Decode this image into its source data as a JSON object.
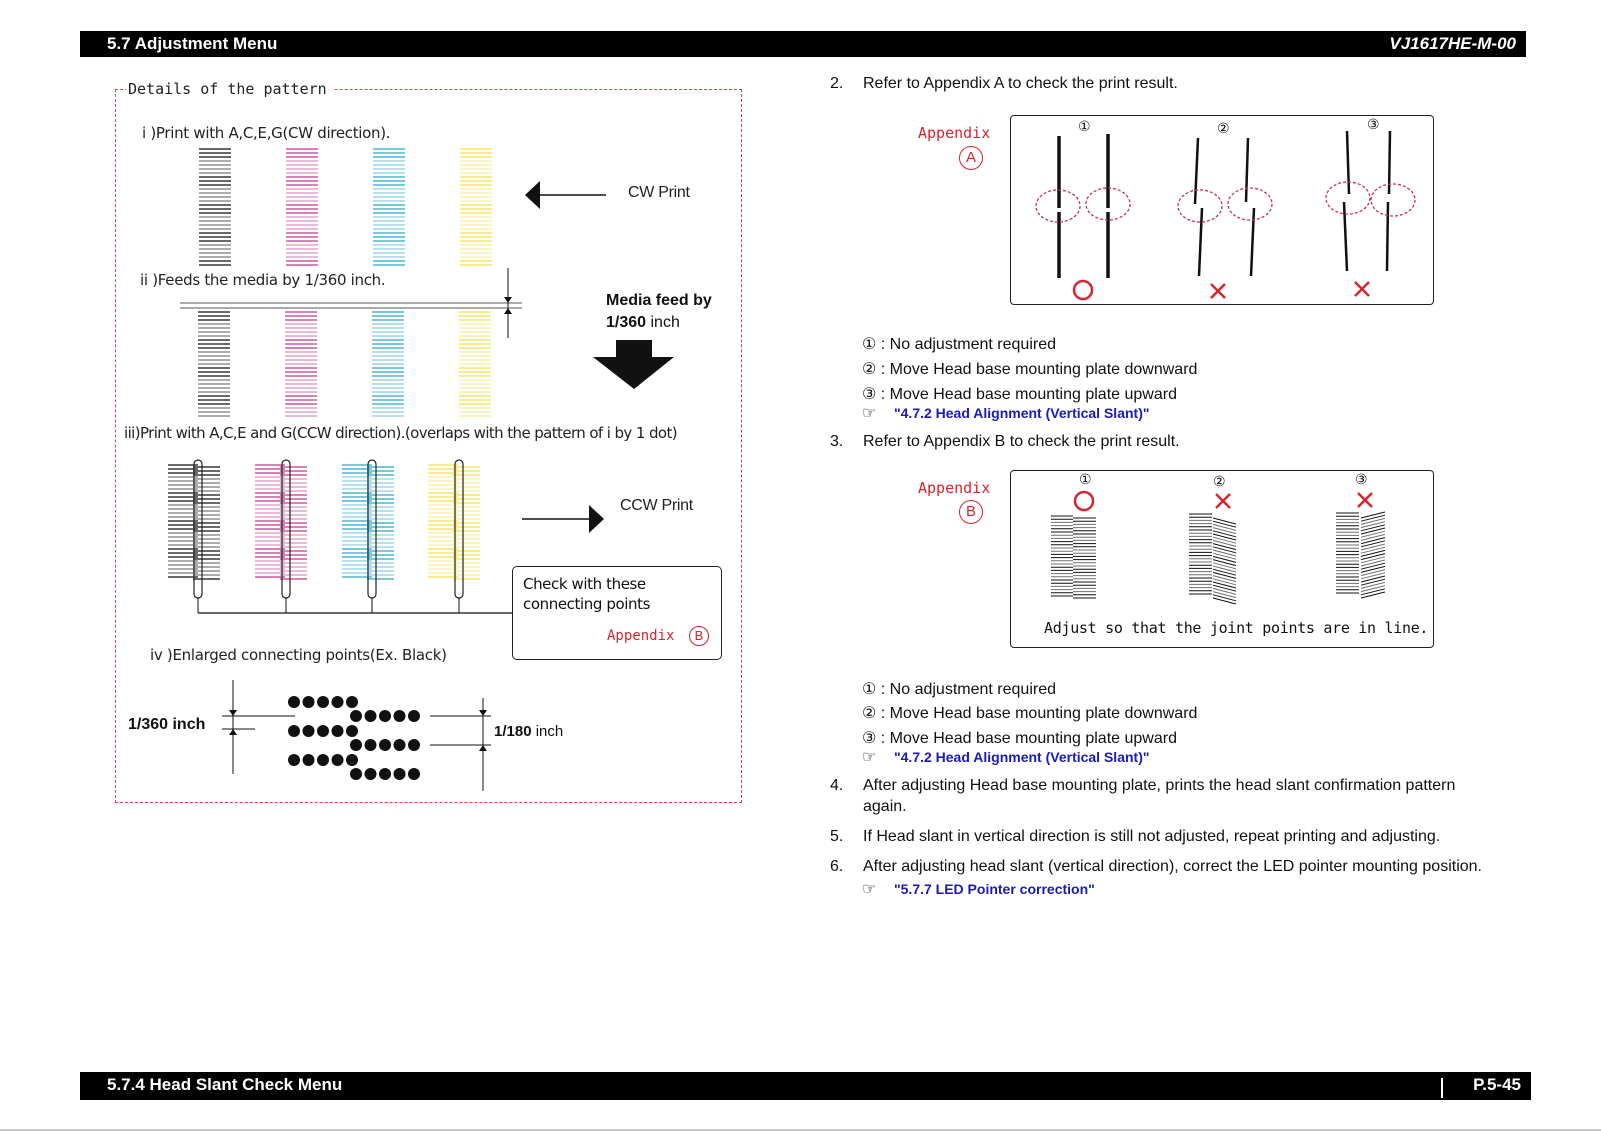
{
  "header": {
    "section": "5.7 Adjustment Menu",
    "doc_id": "VJ1617HE-M-00"
  },
  "footer": {
    "subsection": "5.7.4 Head Slant Check Menu",
    "page": "P.5-45"
  },
  "pattern_box": {
    "title": "Details of the pattern",
    "step_i": "i )Print with A,C,E,G(CW direction).",
    "cw_label": "CW Print",
    "step_ii": "ii )Feeds the media by 1/360 inch.",
    "media_feed_bold": "Media feed by",
    "media_feed_value": "1/360",
    "media_feed_unit": "inch",
    "step_iii": "iii)Print with A,C,E and G(CCW direction).(overlaps with the pattern of i by 1 dot)",
    "ccw_label": "CCW Print",
    "callout_line1": "Check with these",
    "callout_line2": "connecting points",
    "callout_appendix": "Appendix",
    "callout_appendix_letter": "B",
    "step_iv": "iv )Enlarged connecting points(Ex. Black)",
    "dim_left": "1/360 inch",
    "dim_right_value": "1/180",
    "dim_right_unit": "inch",
    "colors": {
      "black": "#111111",
      "magenta": "#c0388f",
      "cyan": "#2aa6c9",
      "yellow": "#f2e24a",
      "dashed_border": "#d9414f"
    }
  },
  "steps": [
    {
      "num": "2.",
      "text": "Refer to Appendix A to check the print result."
    },
    {
      "num": "3.",
      "text": "Refer to Appendix B to check the print result."
    },
    {
      "num": "4.",
      "text": "After adjusting Head base mounting plate, prints the head slant confirmation pattern",
      "text2": "again."
    },
    {
      "num": "5.",
      "text": "If Head slant in vertical direction is still not adjusted, repeat printing and adjusting."
    },
    {
      "num": "6.",
      "text": "After adjusting head slant (vertical direction), correct the LED pointer mounting position."
    }
  ],
  "appendix_a": {
    "label": "Appendix",
    "letter": "A",
    "markers": [
      "①",
      "②",
      "③"
    ],
    "results": [
      "O",
      "X",
      "X"
    ],
    "notes": [
      "① : No adjustment required",
      "② : Move Head base mounting plate downward",
      "③ : Move Head base mounting plate upward"
    ],
    "ref": "\"4.7.2 Head Alignment (Vertical Slant)\""
  },
  "appendix_b": {
    "label": "Appendix",
    "letter": "B",
    "markers": [
      "①",
      "②",
      "③"
    ],
    "results": [
      "O",
      "X",
      "X"
    ],
    "caption": "Adjust so that the joint points are in line.",
    "notes": [
      "① : No adjustment required",
      "② : Move Head base mounting plate downward",
      "③ : Move Head base mounting plate upward"
    ],
    "ref": "\"4.7.2 Head Alignment (Vertical Slant)\""
  },
  "step6_ref": "\"5.7.7 LED Pointer correction\"",
  "ref_icon": "pointing-hand-icon",
  "accent_red": "#d9232e",
  "link_blue": "#1a1ab8"
}
